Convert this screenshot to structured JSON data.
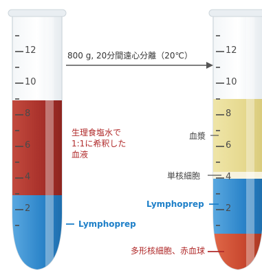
{
  "left_tube": {
    "scale": [
      "12",
      "10",
      "8",
      "6",
      "4",
      "2"
    ],
    "diluted_blood_label": [
      "生理食塩水で",
      "1:1に希釈した",
      "血液"
    ],
    "lymphoprep_label": "Lymphoprep"
  },
  "arrow": {
    "label": "800 g, 20分間遠心分離（20℃）"
  },
  "right_tube": {
    "scale": [
      "12",
      "10",
      "8",
      "6",
      "4",
      "2"
    ],
    "plasma_label": "血漿",
    "mononuclear_label": "単核細胞",
    "lymphoprep_label": "Lymphoprep",
    "rbc_label": "多形核細胞、赤血球"
  },
  "colors": {
    "blood": "#a8302a",
    "lymphoprep": "#2b84c9",
    "plasma": "#e6d98f",
    "rbc": "#c9482f",
    "label_red": "#b02a2a",
    "label_blue": "#1d7fc8"
  }
}
